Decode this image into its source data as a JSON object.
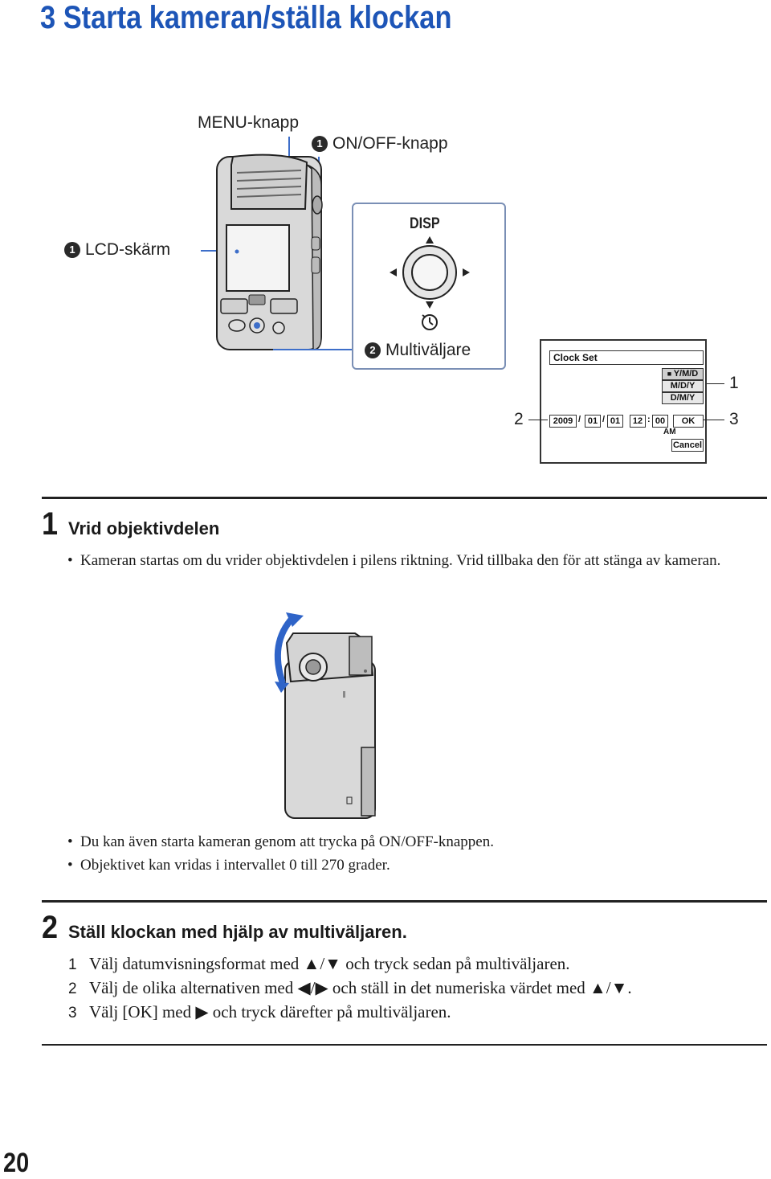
{
  "page": {
    "title": "3  Starta kameran/ställa klockan",
    "page_number": "20"
  },
  "diagram": {
    "menu_button": "MENU-knapp",
    "on_off_button": "ON/OFF-knapp",
    "on_off_marker": "1",
    "lcd_screen": "LCD-skärm",
    "lcd_marker": "1",
    "multi_selector": "Multiväljare",
    "multi_marker": "2",
    "disp_label": "DISP"
  },
  "clock_set": {
    "title": "Clock Set",
    "formats": [
      "Y/M/D",
      "M/D/Y",
      "D/M/Y"
    ],
    "year": "2009",
    "month": "01",
    "day": "01",
    "hour": "12",
    "minute": "00",
    "ampm": "AM",
    "ok": "OK",
    "cancel": "Cancel",
    "sep_slash": "/",
    "sep_colon": ":",
    "callout_1": "1",
    "callout_2": "2",
    "callout_3": "3"
  },
  "step1": {
    "number": "1",
    "title": "Vrid objektivdelen",
    "bullets": [
      "Kameran startas om du vrider objektivdelen i pilens riktning. Vrid tillbaka den för att stänga av kameran.",
      "Du kan även starta kameran genom att trycka på ON/OFF-knappen.",
      "Objektivet kan vridas i intervallet 0 till 270 grader."
    ]
  },
  "step2": {
    "number": "2",
    "title": "Ställ klockan med hjälp av multiväljaren.",
    "substeps": [
      {
        "n": "1",
        "text": "Välj datumvisningsformat med ▲/▼ och tryck sedan på multiväljaren."
      },
      {
        "n": "2",
        "text": "Välj de olika alternativen med ◀/▶ och ställ in det numeriska värdet med ▲/▼."
      },
      {
        "n": "3",
        "text": "Välj [OK] med ▶ och tryck därefter på multiväljaren."
      }
    ]
  },
  "colors": {
    "title_blue": "#1d55b7",
    "callout_line_blue": "#3d6ec9",
    "arrow_blue": "#2f64c8"
  }
}
